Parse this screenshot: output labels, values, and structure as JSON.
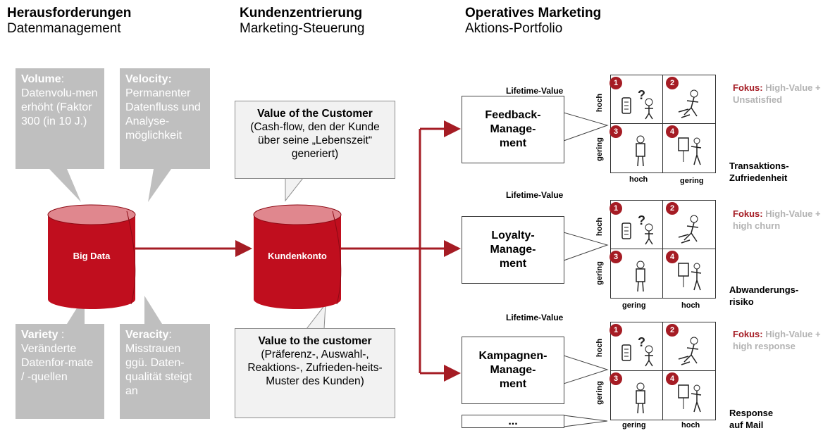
{
  "columns": [
    {
      "title": "Herausforderungen",
      "subtitle": "Datenmanagement"
    },
    {
      "title": "Kundenzentrierung",
      "subtitle": "Marketing-Steuerung"
    },
    {
      "title": "Operatives Marketing",
      "subtitle": "Aktions-Portfolio"
    }
  ],
  "challenges": {
    "volume": {
      "label": "Volume",
      "text": ": Datenvolu-men erhöht (Faktor 300 (in 10 J.)"
    },
    "velocity": {
      "label": "Velocity:",
      "text": " Permanenter Datenfluss und Analyse-möglichkeit"
    },
    "variety": {
      "label": "Variety",
      "text": " : Veränderte Datenfor-mate / -quellen"
    },
    "veracity": {
      "label": "Veracity",
      "text": ": Misstrauen ggü. Daten-qualität steigt an"
    }
  },
  "cylinders": {
    "big_data": "Big Data",
    "kundenkonto": "Kundenkonto"
  },
  "value_of": {
    "title": "Value of the Customer",
    "text": "(Cash-flow, den der Kunde über seine „Lebenszeit“ generiert)"
  },
  "value_to": {
    "title": "Value to the customer",
    "text": "(Präferenz-, Auswahl-, Reaktions-, Zufrieden-heits-Muster des Kunden)"
  },
  "lifetime_value_label": "Lifetime-Value",
  "portfolios": [
    {
      "name": "Feedback-\nManage-\nment",
      "y_axis": [
        "hoch",
        "gering"
      ],
      "x_axis": [
        "hoch",
        "gering"
      ],
      "focus_label": "Fokus:",
      "focus_text": " High-Value + Unsatisfied",
      "kpi": "Transaktions-\nZufriedenheit"
    },
    {
      "name": "Loyalty-\nManage-\nment",
      "y_axis": [
        "hoch",
        "gering"
      ],
      "x_axis": [
        "gering",
        "hoch"
      ],
      "focus_label": "Fokus:",
      "focus_text": " High-Value + high churn",
      "kpi": "Abwanderungs-\nrisiko"
    },
    {
      "name": "Kampagnen-\nManage-\nment",
      "y_axis": [
        "hoch",
        "gering"
      ],
      "x_axis": [
        "gering",
        "hoch"
      ],
      "focus_label": "Fokus:",
      "focus_text": " High-Value + high response",
      "kpi": "Response\nauf Mail"
    }
  ],
  "more_label": "...",
  "quadrant_numbers": [
    "1",
    "2",
    "3",
    "4"
  ],
  "colors": {
    "accent": "#a51c24",
    "gray_box": "#bfbfbf",
    "light_box": "#f2f2f2"
  }
}
